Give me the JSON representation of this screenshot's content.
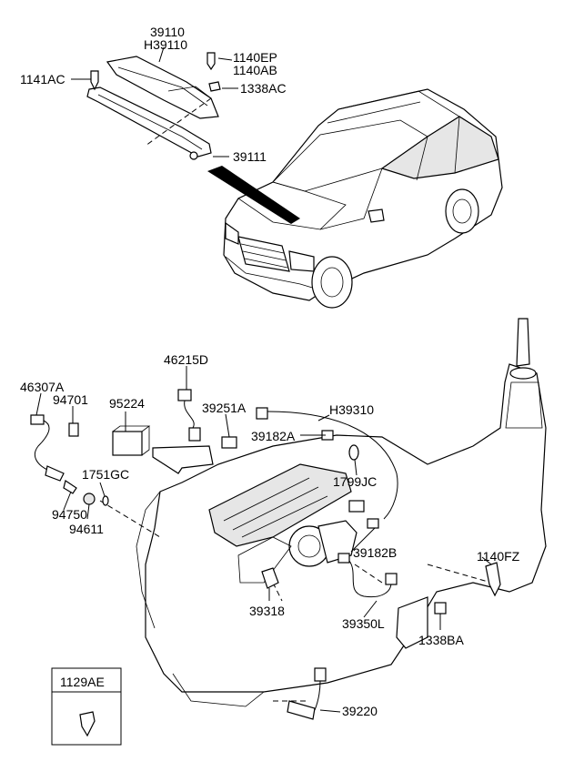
{
  "parts": {
    "p39110": "39110",
    "h39110": "H39110",
    "p1140EP": "1140EP",
    "p1140AB": "1140AB",
    "p1141AC": "1141AC",
    "p1338AC": "1338AC",
    "p39111": "39111",
    "p46215D": "46215D",
    "p46307A": "46307A",
    "p94701": "94701",
    "p95224": "95224",
    "p39251A": "39251A",
    "h39310": "H39310",
    "p39182A": "39182A",
    "p1751GC": "1751GC",
    "p1799JC": "1799JC",
    "p94750": "94750",
    "p94611": "94611",
    "p39182B": "39182B",
    "p1140FZ": "1140FZ",
    "p39318": "39318",
    "p39350L": "39350L",
    "p1338BA": "1338BA",
    "p1129AE": "1129AE",
    "p39220": "39220"
  },
  "colors": {
    "line": "#000000",
    "background": "#ffffff",
    "shade": "#e6e6e6"
  }
}
